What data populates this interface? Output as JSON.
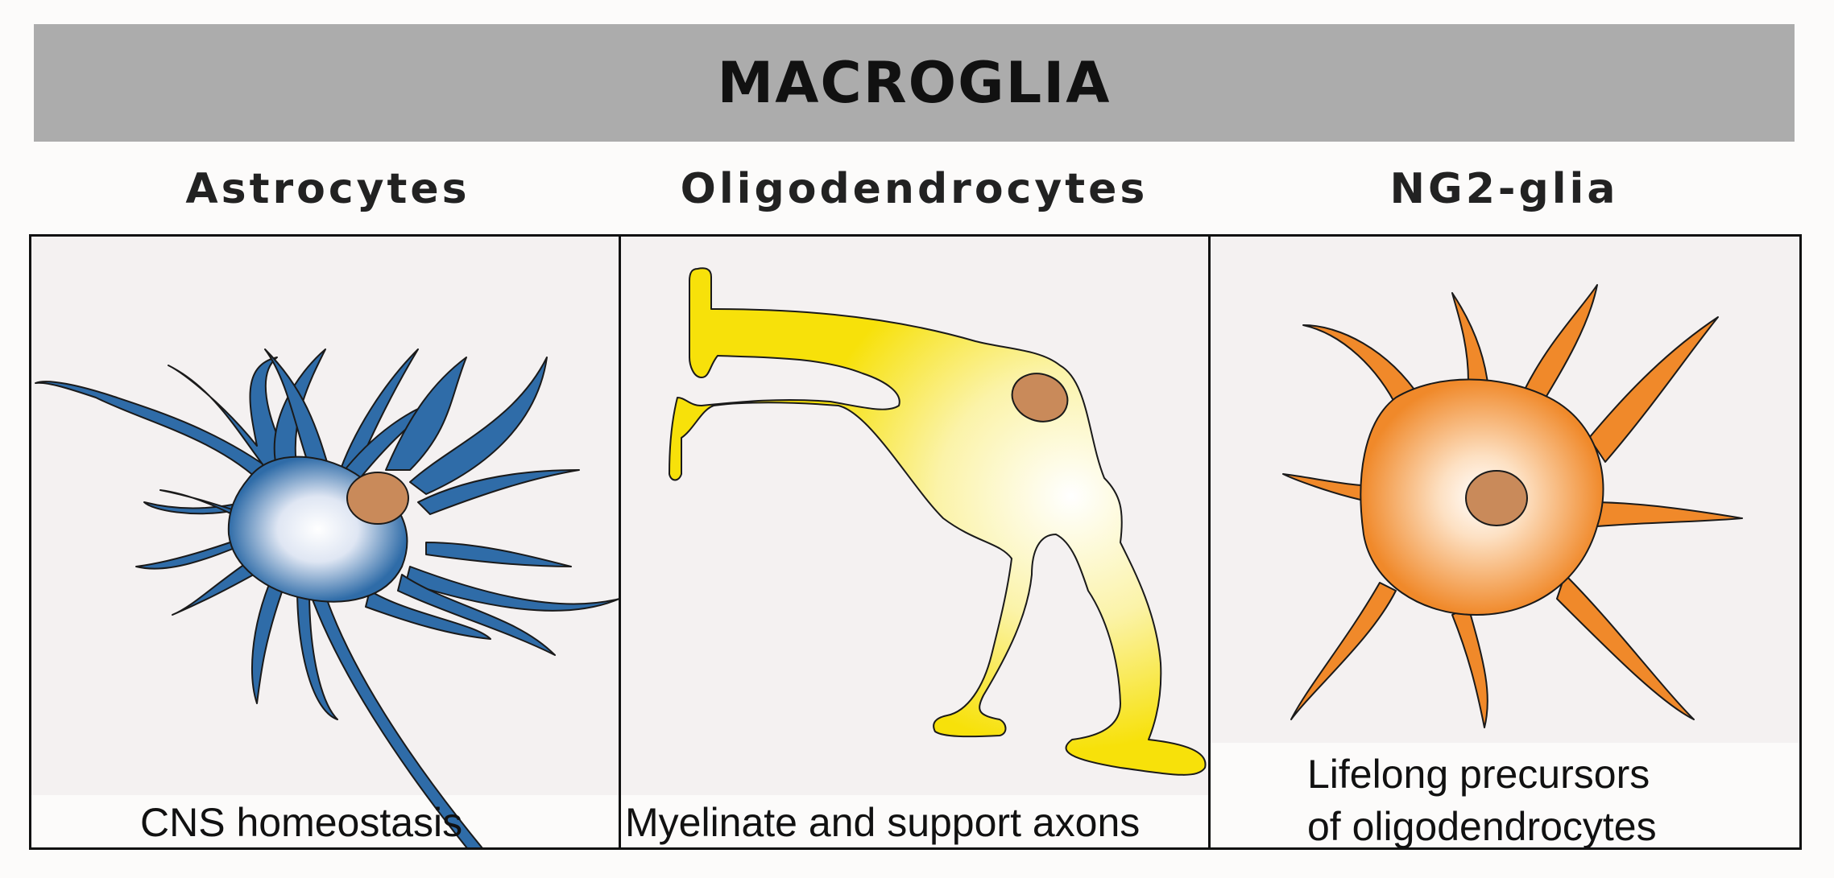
{
  "header": {
    "title": "MACROGLIA"
  },
  "columns": [
    {
      "name": "Astrocytes",
      "caption": "CNS  homeostasis",
      "color": "#2f6ca8"
    },
    {
      "name": "Oligodendrocytes",
      "caption": "Myelinate and support axons",
      "color": "#f7e10a"
    },
    {
      "name": "NG2-glia",
      "caption_line1": "Lifelong precursors",
      "caption_line2": "of oligodendrocytes",
      "color": "#f0892a"
    }
  ],
  "nucleus_color": "#c98a5a"
}
